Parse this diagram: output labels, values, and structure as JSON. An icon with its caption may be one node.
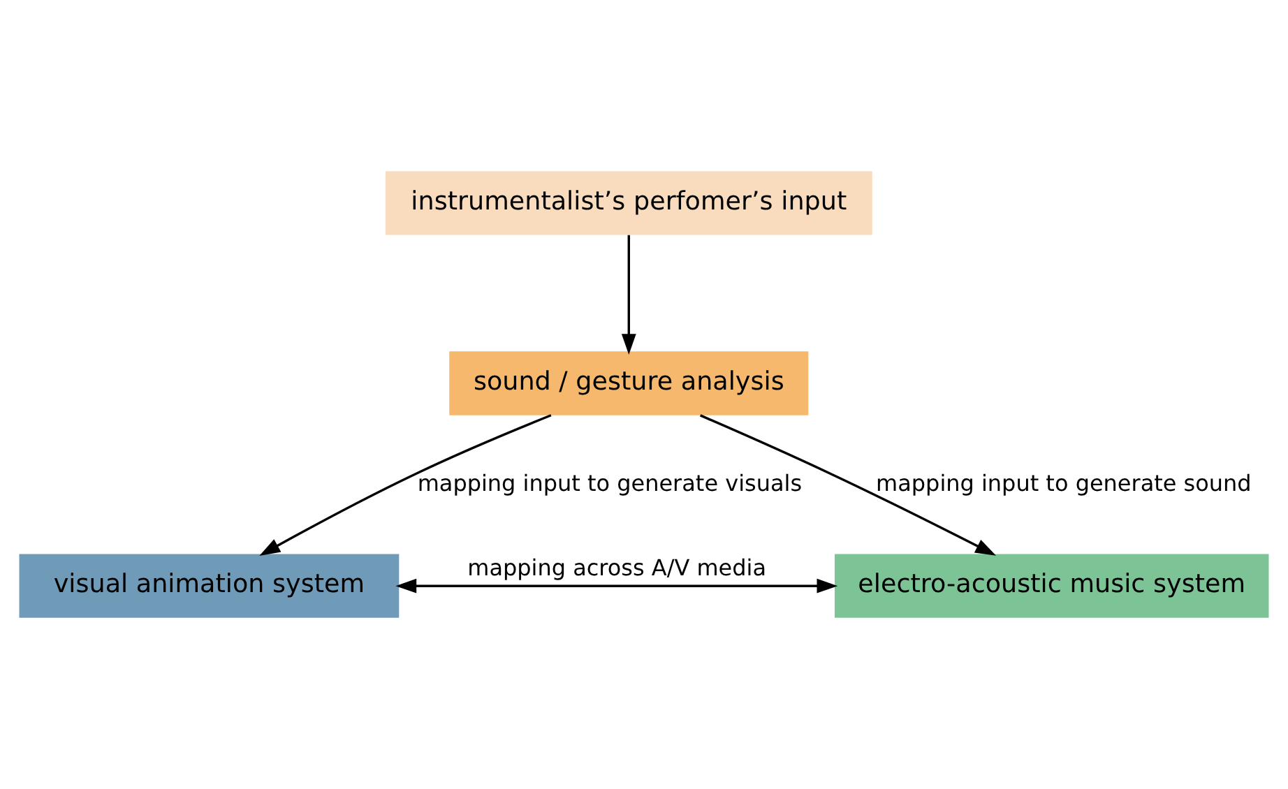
{
  "diagram": {
    "nodes": [
      {
        "text": [
          "instrumentalist’s perfomer’s input"
        ]
      },
      {
        "text": [
          "sound / gesture analysis"
        ]
      },
      {
        "text": [
          "visual animation system"
        ]
      },
      {
        "text": [
          "electro-acoustic music system"
        ]
      }
    ],
    "edges": [
      {
        "from": 0,
        "to": 1,
        "arrow": "to"
      },
      {
        "from": 1,
        "to": 2,
        "arrow": "to",
        "label": "mapping input to generate visuals"
      },
      {
        "from": 1,
        "to": 3,
        "arrow": "to",
        "label": "mapping input to generate sound"
      },
      {
        "from": 2,
        "to": 3,
        "arrow": "both",
        "label": "mapping across A/V media"
      }
    ]
  }
}
